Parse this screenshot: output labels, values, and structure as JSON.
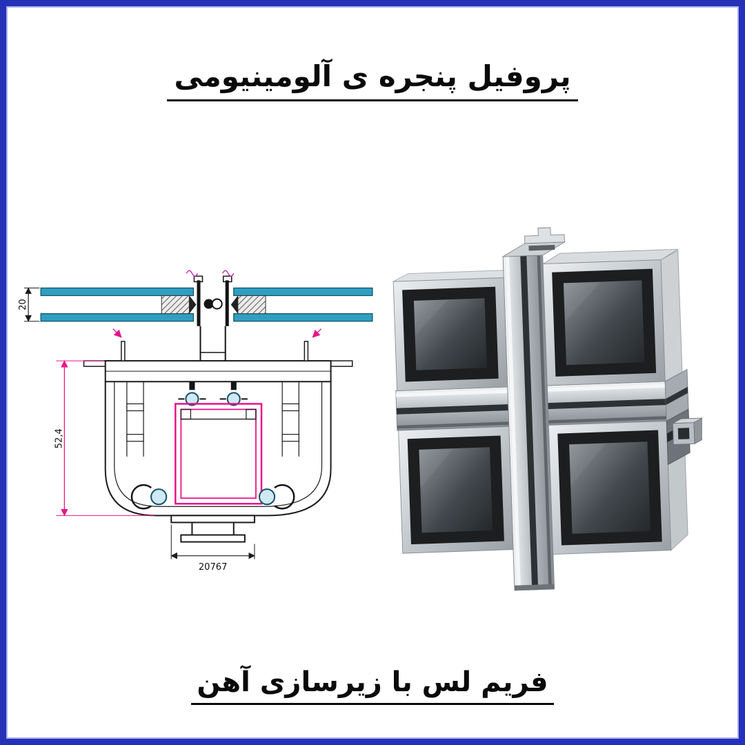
{
  "page": {
    "background": "#ffffff",
    "border_color": "#2531b9"
  },
  "header": {
    "title": "پروفیل پنجره ی آلومینیومی"
  },
  "footer": {
    "caption": "فریم لس با زیرسازی آهن"
  },
  "drawing": {
    "name": "aluminum-window-profile-cross-section",
    "dimensions": {
      "glass_thickness": "20",
      "profile_height": "52,4",
      "part_number": "20767"
    },
    "colors": {
      "glass_blue": "#2f9fc1",
      "dimension_pink": "#e8148c",
      "outline_dark": "#1c1c1e",
      "boss_blue_fill": "#cfe9f5"
    }
  },
  "render3d": {
    "name": "frameless-curtain-wall-cross-joint",
    "colors": {
      "aluminum_light": "#e7eaec",
      "aluminum_mid": "#a9afb4",
      "gasket_black": "#1c1e20",
      "glass_dark": "#24282c"
    }
  }
}
